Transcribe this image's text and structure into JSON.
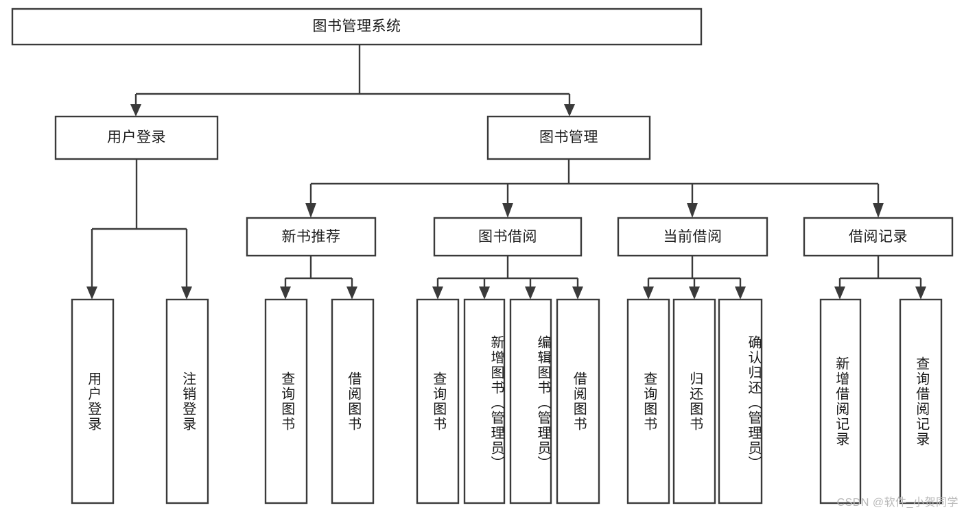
{
  "diagram": {
    "type": "tree-hierarchy-diagram",
    "title": "图书管理系统",
    "watermark": "CSDN @软件_小贺同学",
    "colors": {
      "box_stroke": "#3a3a3a",
      "box_fill": "#ffffff",
      "text": "#1a1a1a",
      "background": "#ffffff",
      "watermark": "#b8b8b8"
    },
    "levels": {
      "root": {
        "label": "图书管理系统"
      },
      "level2": [
        {
          "label": "用户登录"
        },
        {
          "label": "图书管理"
        }
      ],
      "level3": [
        {
          "label": "新书推荐"
        },
        {
          "label": "图书借阅"
        },
        {
          "label": "当前借阅"
        },
        {
          "label": "借阅记录"
        }
      ],
      "leaves": {
        "user_login": [
          {
            "label": "用户登录"
          },
          {
            "label": "注销登录"
          }
        ],
        "new_book_recommend": [
          {
            "label": "查询图书"
          },
          {
            "label": "借阅图书"
          }
        ],
        "book_borrow": [
          {
            "label": "查询图书"
          },
          {
            "label": "新增图书（管理员）"
          },
          {
            "label": "编辑图书（管理员）"
          },
          {
            "label": "借阅图书"
          }
        ],
        "current_borrow": [
          {
            "label": "查询图书"
          },
          {
            "label": "归还图书"
          },
          {
            "label": "确认归还（管理员）"
          }
        ],
        "borrow_record": [
          {
            "label": "新增借阅记录"
          },
          {
            "label": "查询借阅记录"
          }
        ]
      }
    }
  }
}
